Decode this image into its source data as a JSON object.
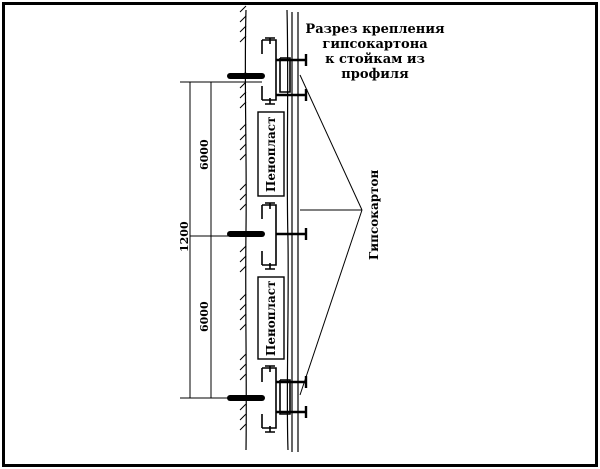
{
  "title": {
    "lines": [
      "Разрез крепления",
      "гипсокартона",
      "к стойкам из",
      "профиля"
    ]
  },
  "labels": {
    "insulation": "Пенопласт",
    "board": "Гипсокартон"
  },
  "dimensions": {
    "total": "1200",
    "upper": "6000",
    "lower": "6000"
  },
  "colors": {
    "ink": "#000000",
    "background": "#ffffff"
  }
}
